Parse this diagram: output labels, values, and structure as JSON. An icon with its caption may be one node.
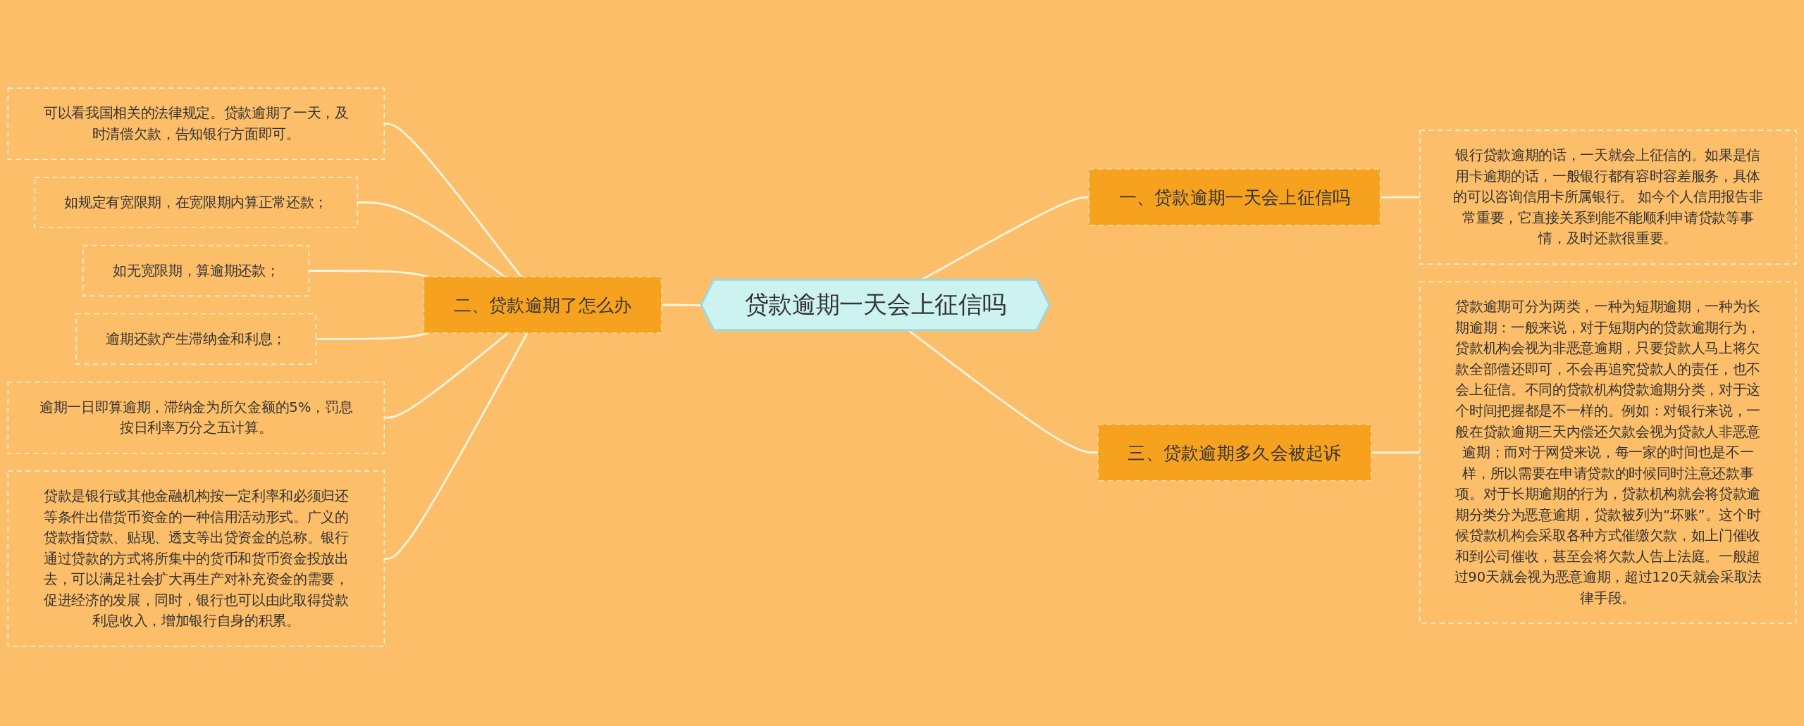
{
  "diagram": {
    "nodes": [
      {
        "text": [
          "贷款逾期一天会上征信吗"
        ]
      },
      {
        "text": [
          "一、贷款逾期一天会上征信吗"
        ]
      },
      {
        "text": [
          "银行贷款逾期的话，一天就会上征信的。如果是信用卡逾期的话，一般银行都有容时容差服务，具体的可以咨询信用卡所属银行。 如今个人信用报告非常重要，它直接关系到能不能顺利申请贷款等事情，及时还款很重要。"
        ]
      },
      {
        "text": [
          "二、贷款逾期了怎么办"
        ]
      },
      {
        "text": [
          "可以看我国相关的法律规定。贷款逾期了一天，及时清偿欠款，告知银行方面即可。"
        ]
      },
      {
        "text": [
          "如规定有宽限期，在宽限期内算正常还款；"
        ]
      },
      {
        "text": [
          "如无宽限期，算逾期还款；"
        ]
      },
      {
        "text": [
          "逾期还款产生滞纳金和利息；"
        ]
      },
      {
        "text": [
          "逾期一日即算逾期，滞纳金为所欠金额的5%，罚息按日利率万分之五计算。"
        ]
      },
      {
        "text": [
          "贷款是银行或其他金融机构按一定利率和必须归还等条件出借货币资金的一种信用活动形式。广义的贷款指贷款、贴现、透支等出贷资金的总称。银行通过贷款的方式将所集中的货币和货币资金投放出去，可以满足社会扩大再生产对补充资金的需要，促进经济的发展，同时，银行也可以由此取得贷款利息收入，增加银行自身的积累。"
        ]
      },
      {
        "text": [
          "三、贷款逾期多久会被起诉"
        ]
      },
      {
        "text": [
          "贷款逾期可分为两类，一种为短期逾期，一种为长期逾期：一般来说，对于短期内的贷款逾期行为，贷款机构会视为非恶意逾期，只要贷款人马上将欠款全部偿还即可，不会再追究贷款人的责任，也不会上征信。不同的贷款机构贷款逾期分类，对于这个时间把握都是不一样的。例如：对银行来说，一般在贷款逾期三天内偿还欠款会视为贷款人非恶意逾期；而对于网贷来说，每一家的时间也是不一样，所以需要在申请贷款的时候同时注意还款事项。对于长期逾期的行为，贷款机构就会将贷款逾期分类分为恶意逾期，贷款被列为“坏账”。这个时候贷款机构会采取各种方式催缴欠款，如上门催收和到公司催收，甚至会将欠款人告上法庭。一般超过90天就会视为恶意逾期，超过120天就会采取法律手段。"
        ]
      }
    ],
    "edges": [
      {
        "from": 4,
        "to": 3,
        "arrow": "none"
      },
      {
        "from": 5,
        "to": 3,
        "arrow": "none"
      },
      {
        "from": 6,
        "to": 3,
        "arrow": "none"
      },
      {
        "from": 7,
        "to": 3,
        "arrow": "none"
      },
      {
        "from": 8,
        "to": 3,
        "arrow": "none"
      },
      {
        "from": 9,
        "to": 3,
        "arrow": "none"
      },
      {
        "from": 3,
        "to": 0,
        "arrow": "none"
      },
      {
        "from": 0,
        "to": 1,
        "arrow": "none"
      },
      {
        "from": 1,
        "to": 2,
        "arrow": "none"
      },
      {
        "from": 0,
        "to": 10,
        "arrow": "none"
      },
      {
        "from": 10,
        "to": 11,
        "arrow": "none"
      }
    ]
  }
}
